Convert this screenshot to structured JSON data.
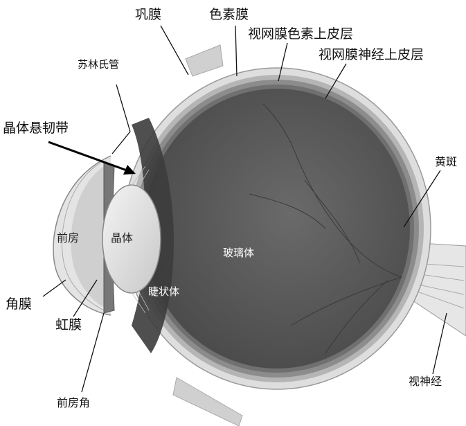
{
  "labels": {
    "sclera": "巩膜",
    "choroid": "色素膜",
    "rpe": "视网膜色素上皮层",
    "neuroretina": "视网膜神经上皮层",
    "schlemm": "苏林氏管",
    "zonule": "晶体悬韧带",
    "macula": "黄斑",
    "anterior_chamber": "前房",
    "lens": "晶体",
    "vitreous": "玻璃体",
    "ciliary_body": "睫状体",
    "cornea": "角膜",
    "iris": "虹膜",
    "optic_nerve": "视神经",
    "chamber_angle": "前房角"
  },
  "colors": {
    "vitreous": "#5a5a5a",
    "sclera": "#dcdcdc",
    "retina_band": "#8a8a8a",
    "lens": "#e8e8e8",
    "line": "#111111"
  }
}
